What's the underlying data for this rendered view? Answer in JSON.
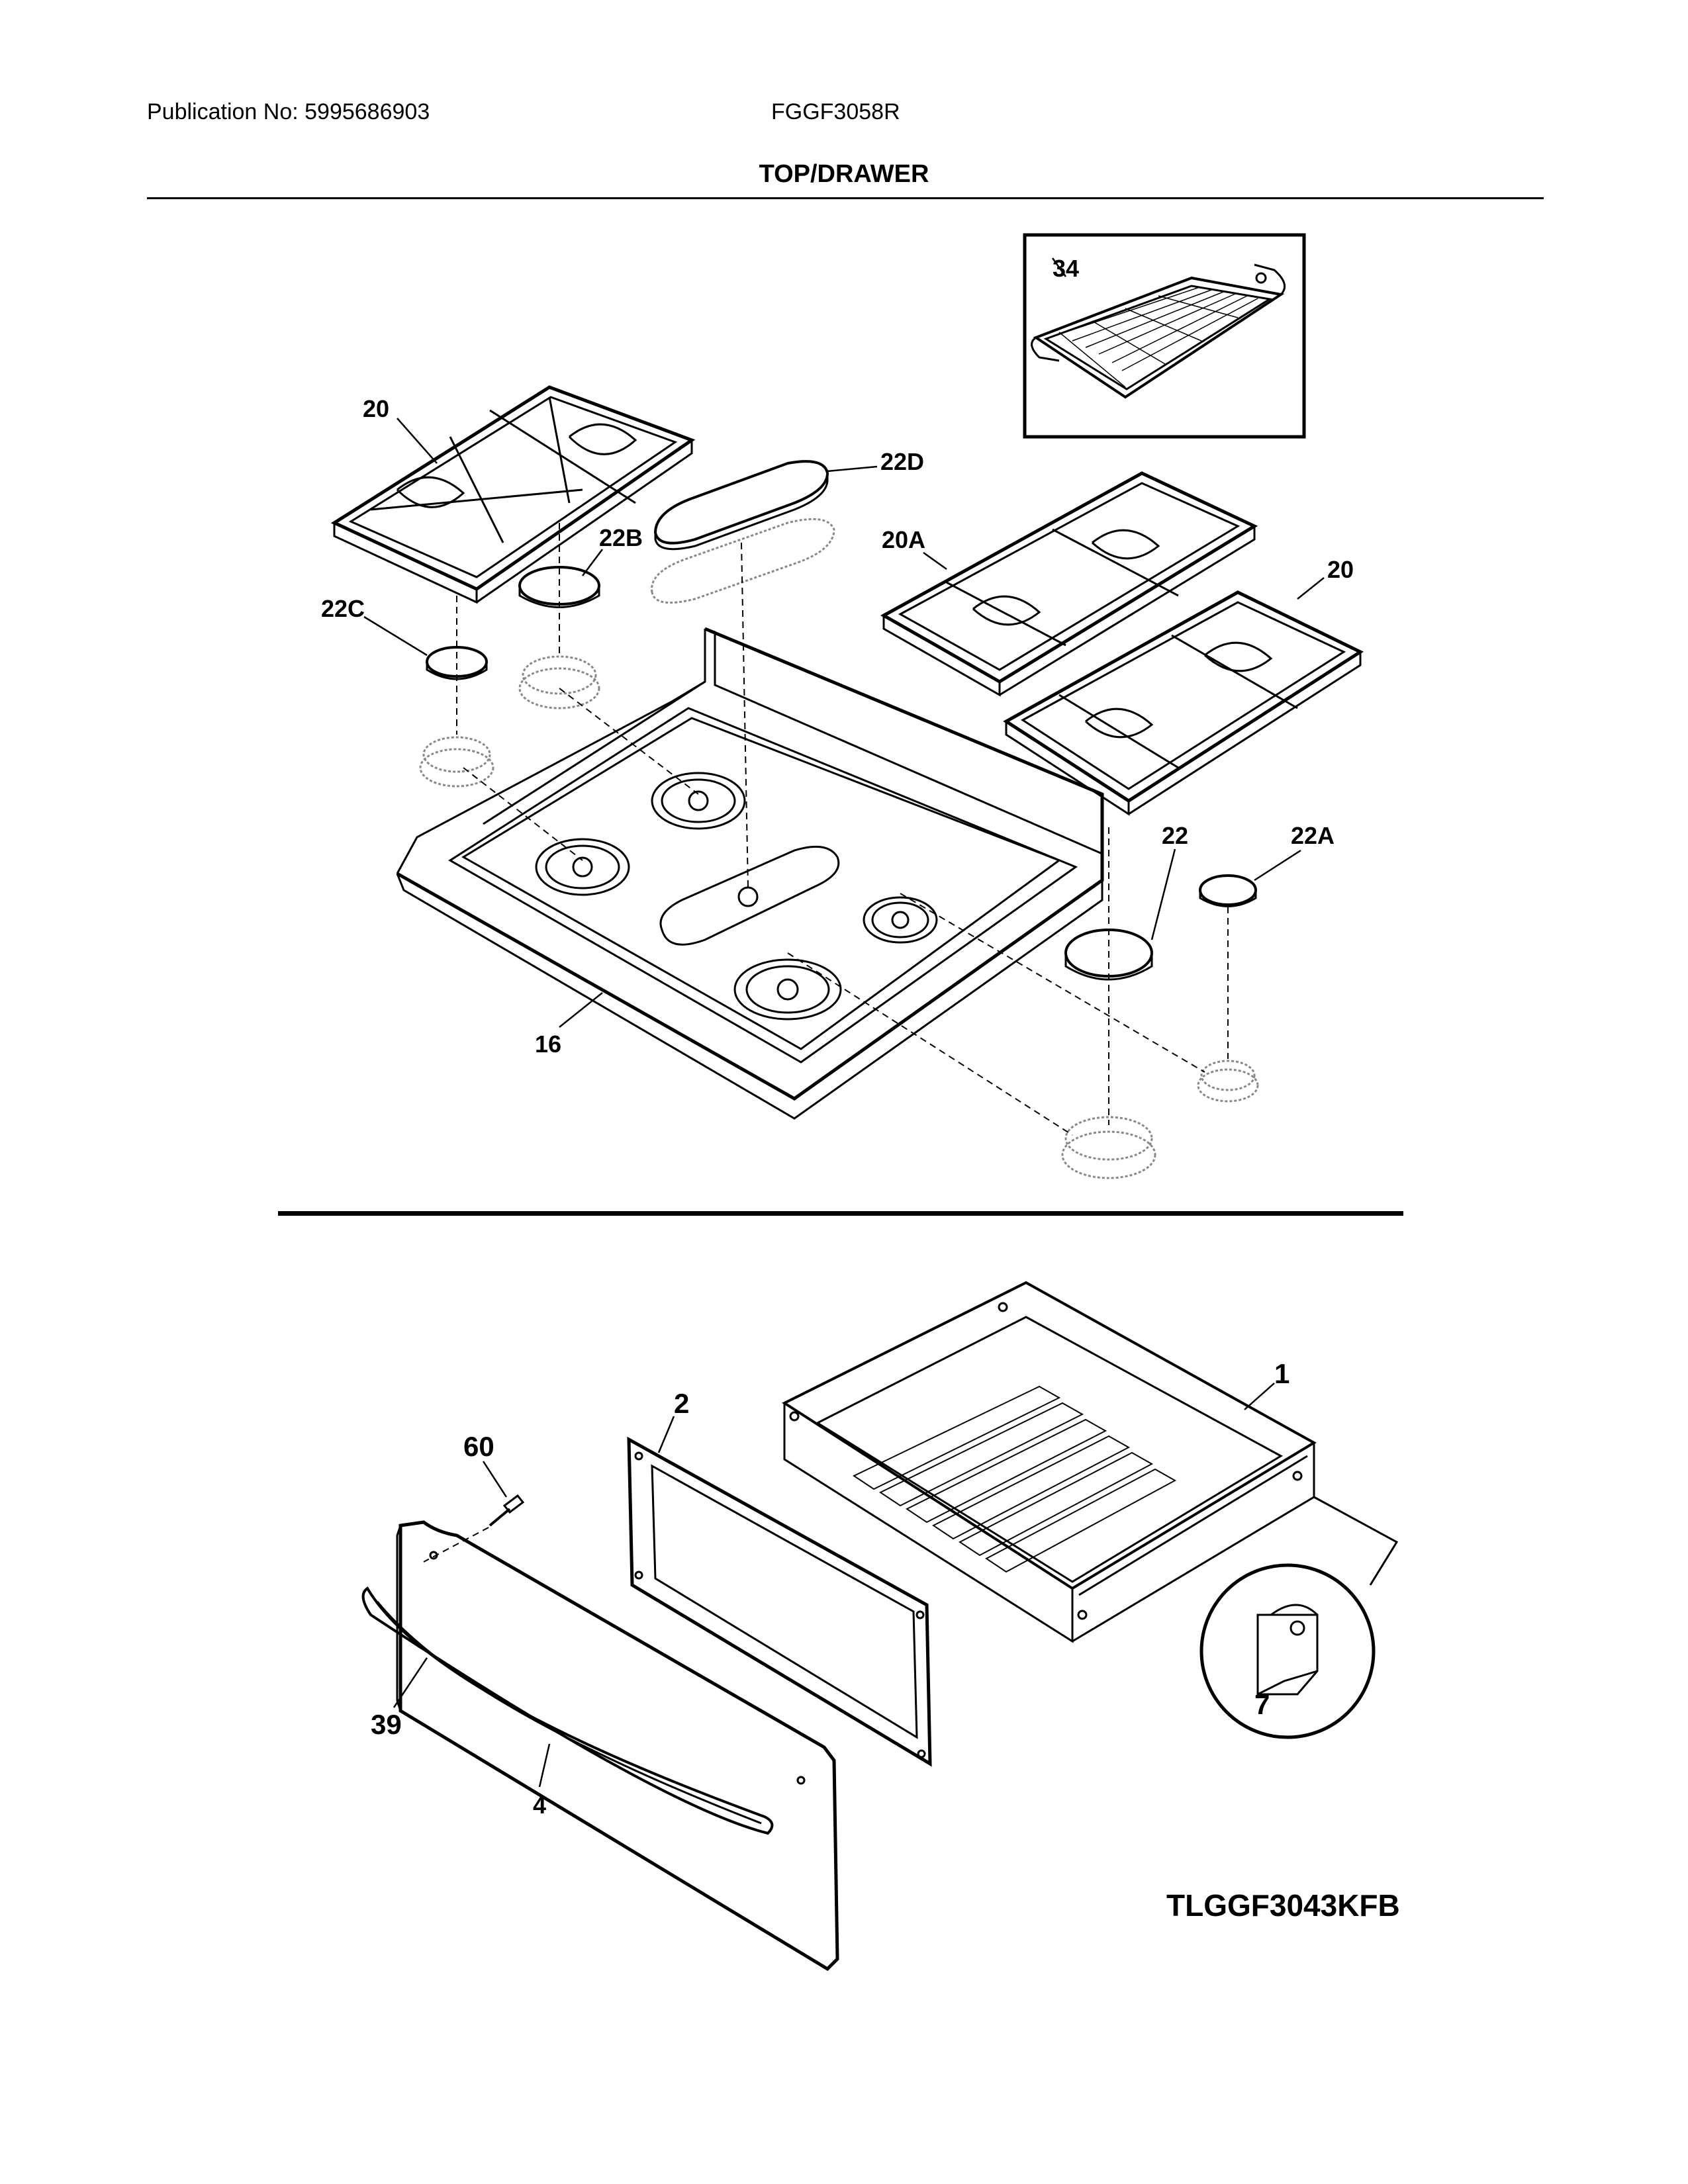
{
  "header": {
    "publication": "Publication No: 5995686903",
    "model": "FGGF3058R"
  },
  "section_title": "TOP/DRAWER",
  "parts": {
    "p34": "34",
    "p20_left": "20",
    "p22D": "22D",
    "p22B": "22B",
    "p22C": "22C",
    "p20A": "20A",
    "p20_right": "20",
    "p22": "22",
    "p22A": "22A",
    "p16": "16",
    "p1": "1",
    "p2": "2",
    "p60": "60",
    "p39": "39",
    "p4": "4",
    "p7": "7"
  },
  "diagram_code": "TLGGF3043KFB"
}
